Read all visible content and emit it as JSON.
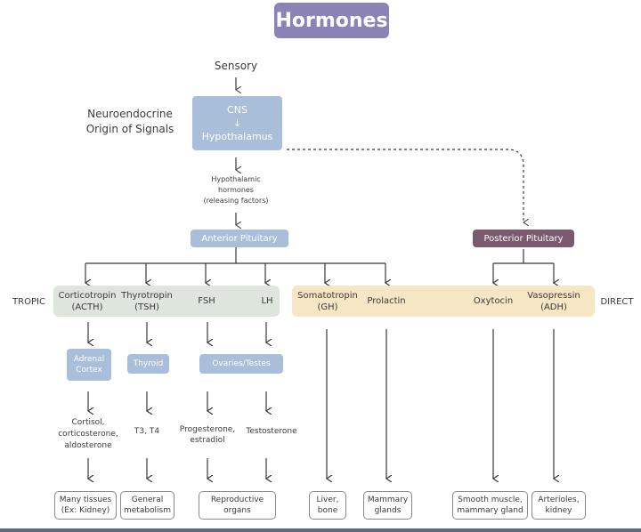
{
  "title": "Hormones",
  "sensory": "Sensory",
  "origin_label": [
    "Neuroendocrine",
    "Origin of Signals"
  ],
  "cns_box": {
    "line1": "CNS",
    "arrow": "↓",
    "line2": "Hypothalamus"
  },
  "hypothalamic_hormones": [
    "Hypothalamic",
    "hormones",
    "(releasing factors)"
  ],
  "anterior_pituitary": "Anterior Pituitary",
  "posterior_pituitary": "Posterior Pituitary",
  "side_labels": {
    "tropic": "TROPIC",
    "direct": "DIRECT"
  },
  "tropic_hormones": [
    [
      "Corticotropin",
      "(ACTH)"
    ],
    [
      "Thyrotropin",
      "(TSH)"
    ],
    [
      "FSH"
    ],
    [
      "LH"
    ]
  ],
  "direct_hormones": [
    [
      "Somatotropin",
      "(GH)"
    ],
    [
      "Prolactin"
    ],
    [
      "Oxytocin"
    ],
    [
      "Vasopressin",
      "(ADH)"
    ]
  ],
  "target_glands": [
    [
      "Adrenal",
      "Cortex"
    ],
    [
      "Thyroid"
    ],
    [
      "Ovaries/Testes"
    ]
  ],
  "secondary_hormones": [
    [
      "Cortisol,",
      "corticosterone,",
      "aldosterone"
    ],
    [
      "T3, T4"
    ],
    [
      "Progesterone,",
      "estradiol"
    ],
    [
      "Testosterone"
    ]
  ],
  "effects": [
    [
      "Many tissues",
      "(Ex: Kidney)"
    ],
    [
      "General",
      "metabolism"
    ],
    [
      "Reproductive",
      "organs"
    ],
    [
      "Liver,",
      "bone"
    ],
    [
      "Mammary",
      "glands"
    ],
    [
      "Smooth muscle,",
      "mammary gland"
    ],
    [
      "Arterioles,",
      "kidney"
    ]
  ],
  "colors": {
    "title_bg": "#8b82b8",
    "blue_box": "#a9bfd9",
    "posterior_box": "#7a5a6e",
    "tropic_band": "#dde5dc",
    "direct_band": "#f7e6c3",
    "line": "#3a3a3a"
  }
}
